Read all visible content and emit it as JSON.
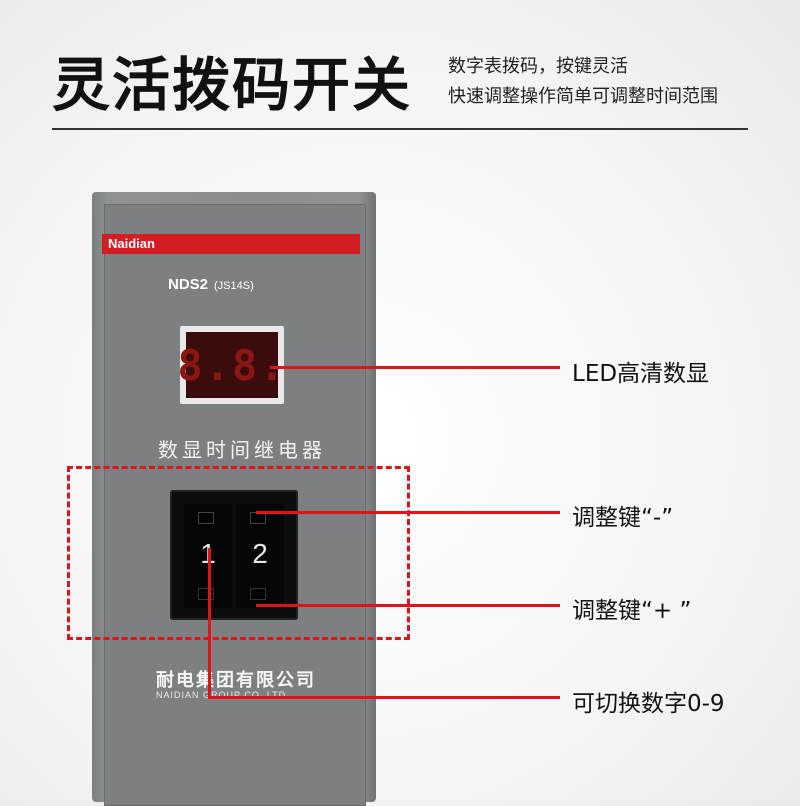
{
  "header": {
    "title": "灵活拨码开关",
    "subtitle_line1": "数字表拨码，按键灵活",
    "subtitle_line2": "快速调整操作简单可调整时间范围"
  },
  "device": {
    "brand": "Naidian",
    "model": "NDS2",
    "model_sub": "(JS14S)",
    "led_display": "8.8.",
    "name": "数显时间继电器",
    "switch_digits": [
      "1",
      "2"
    ],
    "company_cn": "耐电集团有限公司",
    "company_en": "NAIDIAN GROUP CO.,LTD"
  },
  "callouts": {
    "led": "LED高清数显",
    "minus": "调整键“-”",
    "plus": "调整键“+ ”",
    "digits": "可切换数字0-9"
  },
  "colors": {
    "accent": "#e0121a",
    "brand_bar": "#d21d24",
    "housing": "#8b8e8f"
  }
}
